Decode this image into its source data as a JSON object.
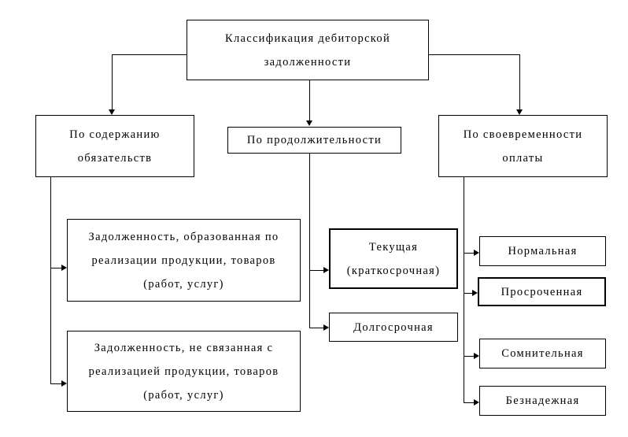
{
  "diagram": {
    "type": "flowchart",
    "background_color": "#ffffff",
    "line_color": "#000000",
    "text_color": "#000000",
    "root": {
      "label": "Классификация дебиторской задолженности",
      "lines": [
        "Классификация дебиторской",
        "задолженности"
      ]
    },
    "branches": [
      {
        "label": "По содержанию обязательств",
        "lines": [
          "По содержанию",
          "обязательств"
        ],
        "children": [
          {
            "label": "Задолженность, образованная по реализации продукции, товаров (работ, услуг)",
            "lines": [
              "Задолженность, образованная по",
              "реализации продукции, товаров",
              "(работ, услуг)"
            ]
          },
          {
            "label": "Задолженность, не связанная с реализацией продукции, товаров (работ, услуг)",
            "lines": [
              "Задолженность, не связанная с",
              "реализацией продукции, товаров",
              "(работ, услуг)"
            ]
          }
        ]
      },
      {
        "label": "По продолжительности",
        "lines": [
          "По продолжительности"
        ],
        "children": [
          {
            "label": "Текущая (краткосрочная)",
            "lines": [
              "Текущая",
              "(краткосрочная)"
            ]
          },
          {
            "label": "Долгосрочная",
            "lines": [
              "Долгосрочная"
            ]
          }
        ]
      },
      {
        "label": "По своевременности оплаты",
        "lines": [
          "По своевременности",
          "оплаты"
        ],
        "children": [
          {
            "label": "Нормальная",
            "lines": [
              "Нормальная"
            ]
          },
          {
            "label": "Просроченная",
            "lines": [
              "Просроченная"
            ]
          },
          {
            "label": "Сомнительная",
            "lines": [
              "Сомнительная"
            ]
          },
          {
            "label": "Безнадежная",
            "lines": [
              "Безнадежная"
            ]
          }
        ]
      }
    ]
  }
}
